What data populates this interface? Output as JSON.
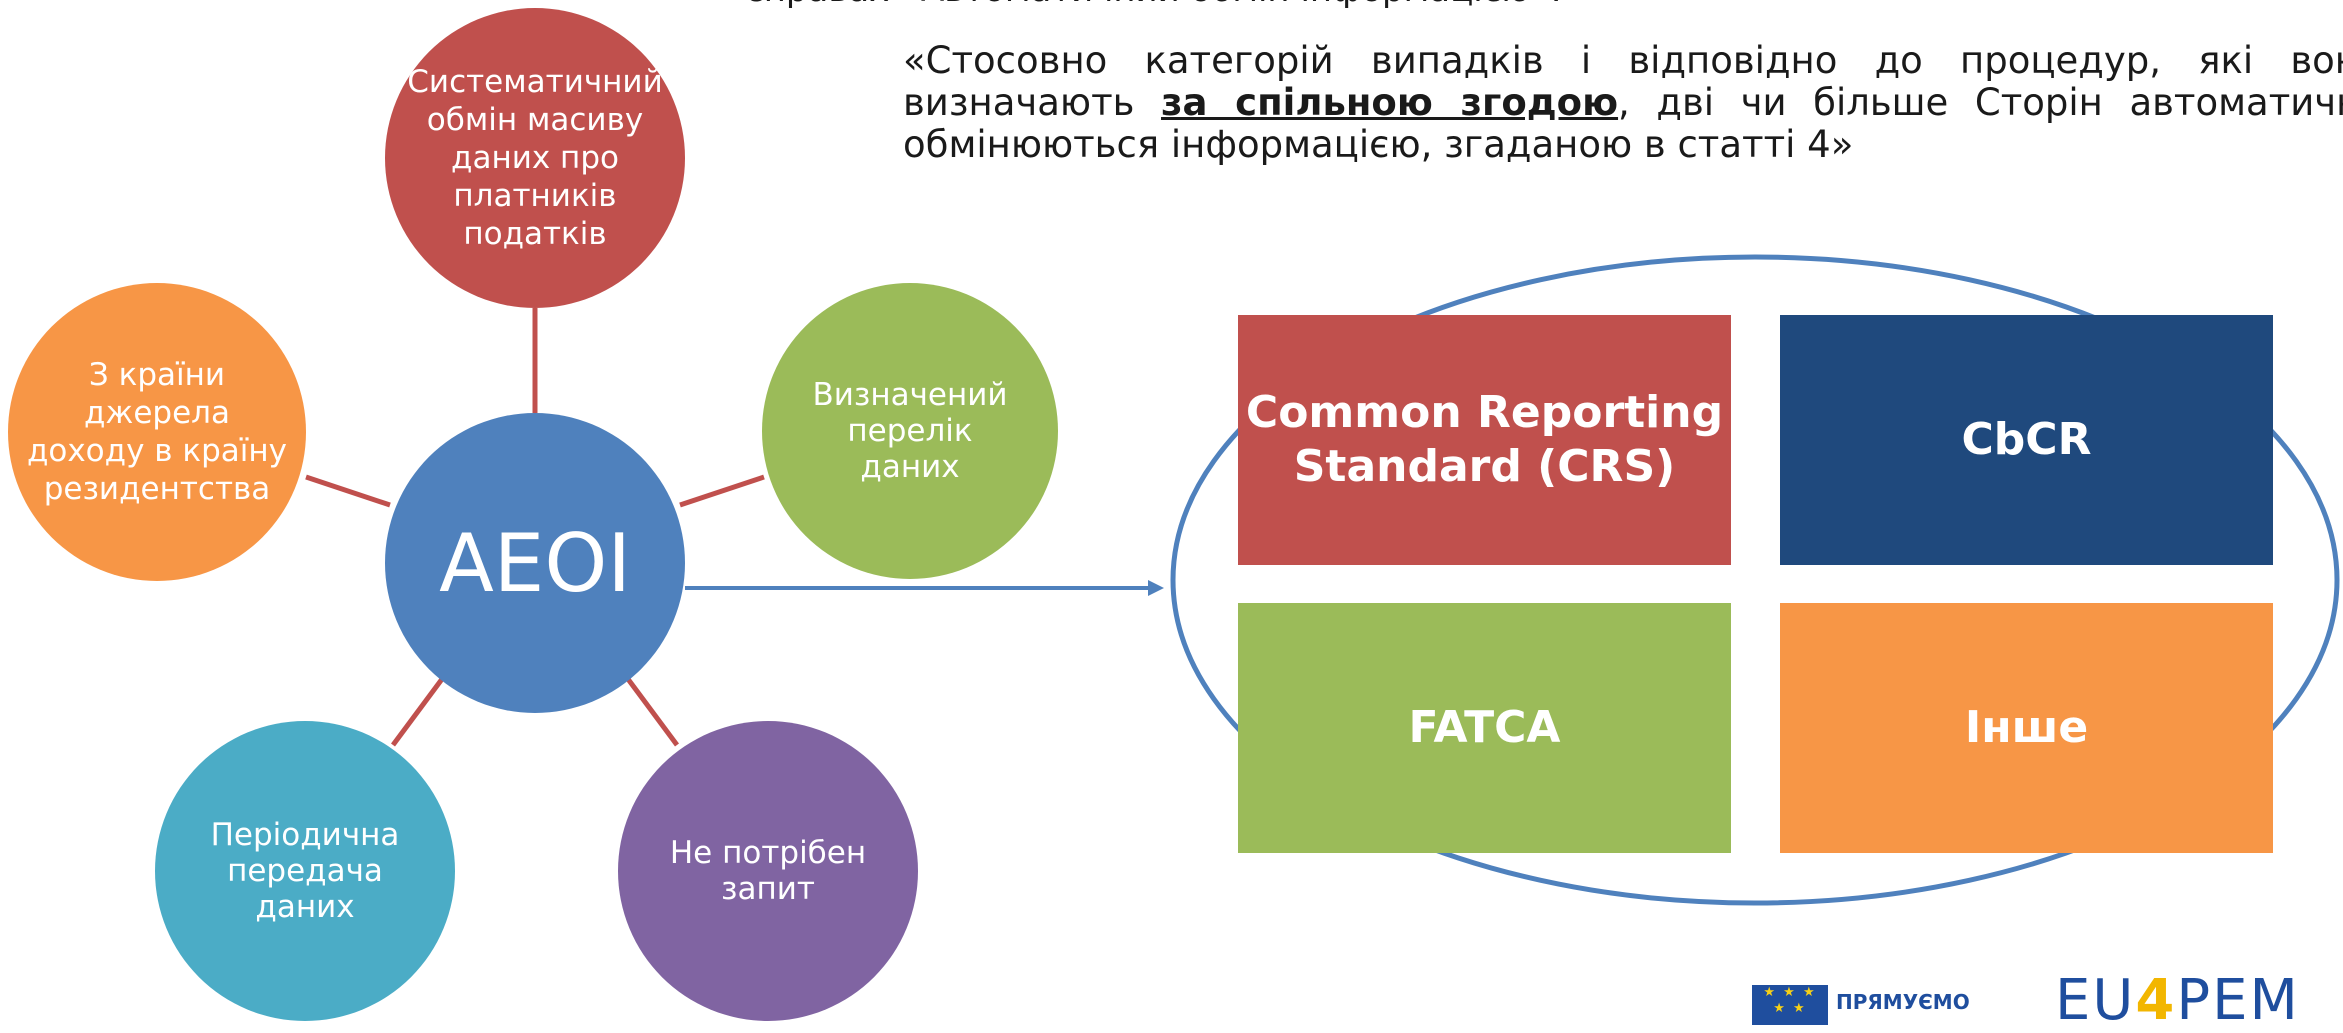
{
  "header": {
    "cut_line": "справах «Автоматичний обмін інформацією».",
    "quote_part1": "«Стосовно категорій випадків і відповідно до процедур, які вони визначають ",
    "quote_emphasis": "за спільною згодою",
    "quote_part2": ", дві чи більше Сторін автоматично обмінюються інформацією, згаданою в статті 4»"
  },
  "diagram": {
    "center": "AEOI",
    "nodes": {
      "top": [
        "Систематичний",
        "обмін масиву",
        "даних про",
        "платників",
        "податків"
      ],
      "left": [
        "З країни",
        "джерела",
        "доходу в країну",
        "резидентства"
      ],
      "right": [
        "Визначений",
        "перелік",
        "даних"
      ],
      "bottom_left": [
        "Періодична",
        "передача",
        "даних"
      ],
      "bottom_right": [
        "Не потрібен",
        "запит"
      ]
    },
    "colors": {
      "top": "#c0504d",
      "left": "#f79646",
      "right": "#9bbb59",
      "center": "#4f81bd",
      "bottom_left": "#4bacc6",
      "bottom_right": "#8064a2",
      "connector": "#c0504d",
      "arrow": "#4f81bd"
    }
  },
  "standards": {
    "crs": [
      "Common Reporting",
      "Standard (CRS)"
    ],
    "cbcr": "CbCR",
    "fatca": "FATCA",
    "other": "Інше"
  },
  "logos": {
    "eu_label": "ПРЯМУЄМО",
    "eu4pem_left": "EU",
    "eu4pem_four": "4",
    "eu4pem_right": "PEM"
  }
}
